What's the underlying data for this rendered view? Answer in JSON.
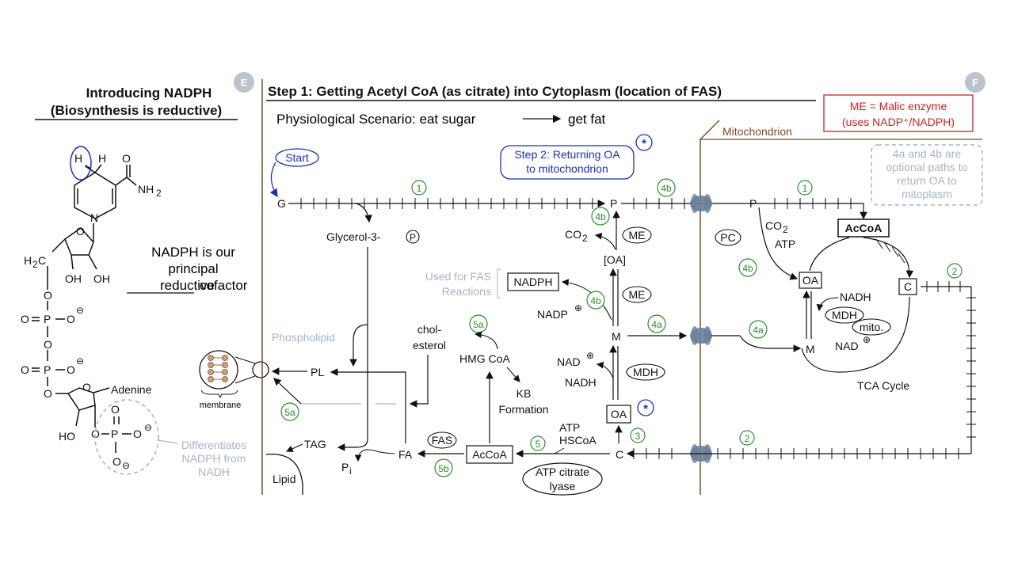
{
  "left_panel": {
    "title_line1": "Introducing NADPH",
    "title_line2": "(Biosynthesis is reductive)",
    "badge": "E",
    "desc_line1": "NADPH is our",
    "desc_line2": "principal",
    "desc_reductive": "reductive",
    "desc_cofactor": "cofactor",
    "struct": {
      "H": "H",
      "H2": "H",
      "NH2": "NH",
      "NH2_sub": "2",
      "N": "N",
      "H2C": "H",
      "H2C_sub": "2",
      "H2C_c": "C",
      "OH1": "OH",
      "OH2": "OH",
      "O": "O",
      "P": "P",
      "minus": "⊖",
      "adenine": "Adenine",
      "HO": "HO"
    },
    "differentiates": [
      "Differentiates",
      "NADPH from",
      "NADH"
    ],
    "membrane_label": "membrane",
    "phospholipid_label": "Phospholipid"
  },
  "right_panel": {
    "title": "Step 1:  Getting Acetyl CoA (as citrate) into Cytoplasm (location of FAS)",
    "badge": "F",
    "scenario": "Physiological Scenario:  eat sugar",
    "scenario_end": "get fat",
    "me_box": [
      "ME = Malic enzyme",
      "(uses NADP⁺/NADPH)"
    ],
    "mito_label": "Mitochondrion",
    "optional_note": [
      "4a and 4b are",
      "optional paths to",
      "return OA to",
      "mitoplasm"
    ],
    "start": "Start",
    "step2": [
      "Step 2: Returning OA",
      "to mitochondrion"
    ],
    "step_markers": {
      "s1": "1",
      "s2": "2",
      "s3": "3",
      "s4a": "4a",
      "s4b": "4b",
      "s5": "5",
      "s5a": "5a",
      "s5b": "5b"
    },
    "nodes": {
      "G": "G",
      "glycerol": "Glycerol-3-",
      "glycerol_p": "P",
      "P": "P",
      "CO2": "CO",
      "CO2_sub": "2",
      "ME": "ME",
      "OA_br": "[OA]",
      "used_for": [
        "Used for FAS",
        "Reactions"
      ],
      "NADPH": "NADPH",
      "NADP": "NADP",
      "plus": "⊕",
      "M": "M",
      "NAD": "NAD",
      "NADH": "NADH",
      "MDH": "MDH",
      "OA": "OA",
      "C": "C",
      "chol": [
        "chol-",
        "esterol"
      ],
      "HMG": "HMG CoA",
      "KB": [
        "KB",
        "Formation"
      ],
      "PL": "PL",
      "TAG": "TAG",
      "Pi": "P",
      "Pi_sub": "i",
      "FA": "FA",
      "FAS": "FAS",
      "AcCoA": "AcCoA",
      "ATP": "ATP",
      "HSCoA": "HSCoA",
      "lyase": [
        "ATP citrate",
        "lyase"
      ],
      "Lipid": "Lipid",
      "PC": "PC",
      "mito_ATP": "ATP",
      "mito_AcCoA": "AcCoA",
      "mito_OA": "OA",
      "mito_C": "C",
      "mito_NADH": "NADH",
      "mito_MDH": "MDH",
      "mito_mito": "mito.",
      "mito_NAD": "NAD",
      "mito_M": "M",
      "tca": "TCA Cycle"
    }
  },
  "colors": {
    "green": "#2e8b2e",
    "blue": "#1a2fbf",
    "red": "#c8241c",
    "grey": "#aab3c2",
    "brown": "#7a4b24",
    "transporter": "#6b7f99",
    "membrane_fill": "#c8a27a"
  }
}
